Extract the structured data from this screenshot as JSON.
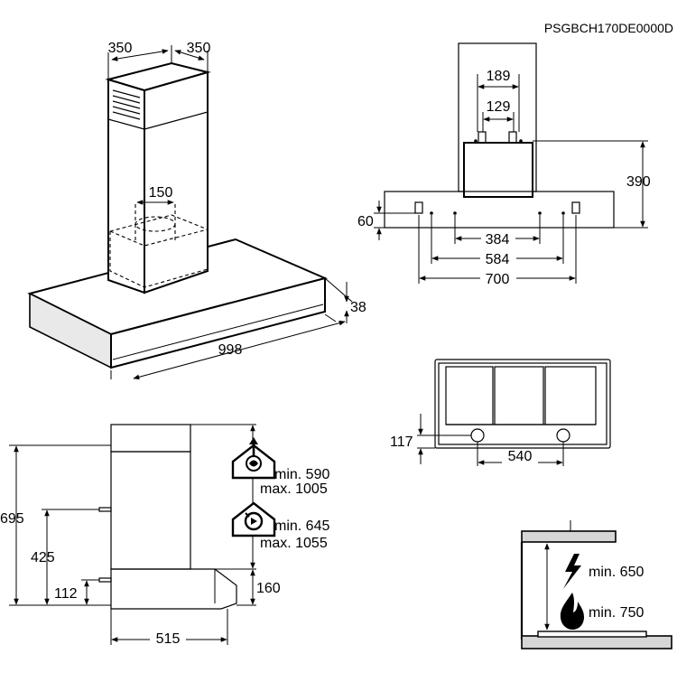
{
  "product_code": "PSGBCH170DE0000D",
  "top_left_view": {
    "chimney_width_a": "350",
    "chimney_width_b": "350",
    "duct_diameter": "150",
    "hood_width": "998",
    "hood_thickness": "38"
  },
  "top_right_view": {
    "bracket_spacing_outer": "189",
    "bracket_spacing_inner": "129",
    "bracket_height": "390",
    "hole_offset": "60",
    "hole_spacing_a": "384",
    "hole_spacing_b": "584",
    "hood_depth": "700"
  },
  "bottom_view": {
    "knob_height": "117",
    "knob_spacing": "540"
  },
  "side_view": {
    "total_height": "695",
    "bracket_height": "425",
    "lower_bracket_height": "112",
    "canopy_height": "160",
    "depth": "515",
    "extraction": {
      "icon": "extraction-mode-icon",
      "min": "min. 590",
      "max": "max. 1005"
    },
    "recirculation": {
      "icon": "recirculation-mode-icon",
      "min": "min. 645",
      "max": "max. 1055"
    }
  },
  "installation_view": {
    "electric": {
      "icon": "lightning-icon",
      "label": "min. 650"
    },
    "gas": {
      "icon": "flame-icon",
      "label": "min. 750"
    }
  }
}
